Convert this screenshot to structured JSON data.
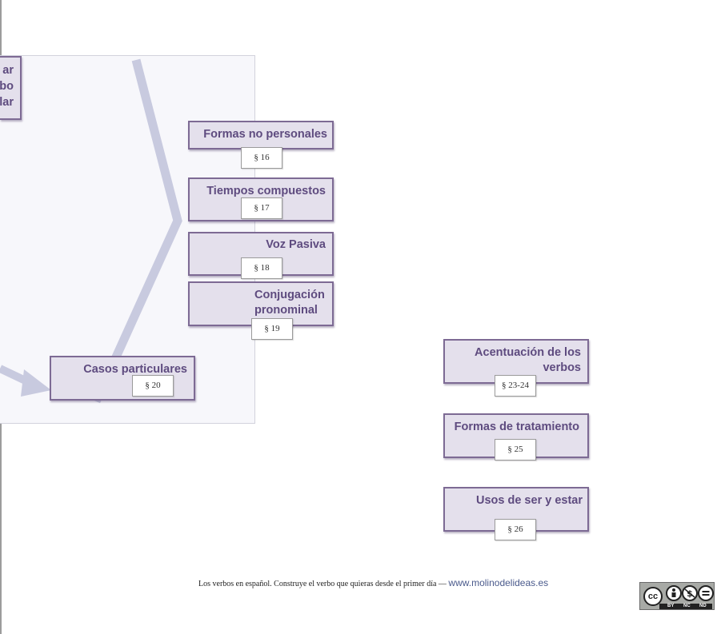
{
  "diagram": {
    "nodes": [
      {
        "id": "partial-top",
        "label": [
          "ar",
          "bo",
          "lar"
        ]
      },
      {
        "id": "formas-no-personales",
        "label": "Formas no personales",
        "tag": "§ 16"
      },
      {
        "id": "tiempos-compuestos",
        "label": "Tiempos compuestos",
        "tag": "§ 17"
      },
      {
        "id": "voz-pasiva",
        "label": "Voz Pasiva",
        "tag": "§ 18"
      },
      {
        "id": "conjugacion-pronominal",
        "label": [
          "Conjugación",
          "pronominal"
        ],
        "tag": "§ 19"
      },
      {
        "id": "casos-particulares",
        "label": "Casos particulares",
        "tag": "§ 20"
      },
      {
        "id": "acentuacion",
        "label": [
          "Acentuación de los",
          "verbos"
        ],
        "tag": "§ 23-24"
      },
      {
        "id": "formas-tratamiento",
        "label": "Formas de tratamiento",
        "tag": "§ 25"
      },
      {
        "id": "usos-ser-estar",
        "label": "Usos de ser y estar",
        "tag": "§ 26"
      }
    ],
    "colors": {
      "node_fill": "#e4e0ec",
      "node_border": "#7d6a94",
      "node_text": "#5e4b7f",
      "connector": "#c8cadf",
      "panel": "#f7f7fb"
    }
  },
  "footer": {
    "text": "Los verbos en español. Construye el verbo que quieras desde el primer día — ",
    "link": "www.molinodelideas.es"
  },
  "license": {
    "icon": "creative-commons-by-nc-nd-icon",
    "cc": "cc",
    "labels": [
      "BY",
      "NC",
      "ND"
    ]
  }
}
